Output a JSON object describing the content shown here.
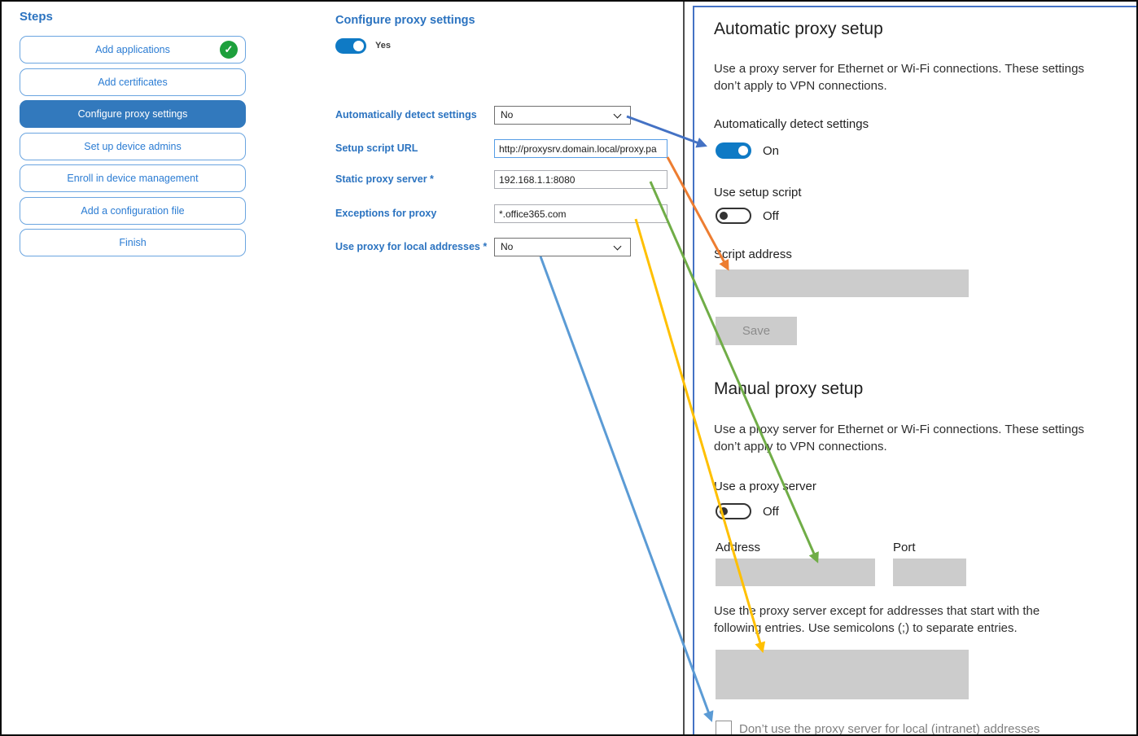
{
  "colors": {
    "label_blue": "#2b73c0",
    "step_text": "#2b7cd3",
    "step_border": "#6ba5e0",
    "step_selected": "#3279bd",
    "toggle_on": "#0f7ac5",
    "check_green": "#1da03c",
    "panel_border": "#4472c4",
    "focus_border": "#569de5"
  },
  "steps": {
    "title": "Steps",
    "items": [
      {
        "label": "Add applications",
        "completed": true
      },
      {
        "label": "Add certificates"
      },
      {
        "label": "Configure proxy settings",
        "selected": true
      },
      {
        "label": "Set up device admins"
      },
      {
        "label": "Enroll in device management"
      },
      {
        "label": "Add a configuration file"
      },
      {
        "label": "Finish"
      }
    ]
  },
  "wizard": {
    "title": "Configure proxy settings",
    "enable_toggle": {
      "state": "on",
      "label": "Yes"
    },
    "fields": [
      {
        "label": "Automatically detect settings",
        "type": "dropdown",
        "value": "No"
      },
      {
        "label": "Setup script URL",
        "type": "text",
        "value": "http://proxysrv.domain.local/proxy.pa",
        "focused": true
      },
      {
        "label": "Static proxy server *",
        "type": "text",
        "value": "192.168.1.1:8080"
      },
      {
        "label": "Exceptions for proxy",
        "type": "text",
        "value": "*.office365.com"
      },
      {
        "label": "Use proxy for local addresses *",
        "type": "dropdown",
        "value": "No"
      }
    ]
  },
  "settings": {
    "automatic": {
      "heading": "Automatic proxy setup",
      "description": "Use a proxy server for Ethernet or Wi-Fi connections. These settings\ndon’t apply to VPN connections.",
      "detect_label": "Automatically detect settings",
      "detect_state": "On",
      "script_toggle_label": "Use setup script",
      "script_toggle_state": "Off",
      "script_address_label": "Script address",
      "save_button": "Save"
    },
    "manual": {
      "heading": "Manual proxy setup",
      "description": "Use a proxy server for Ethernet or Wi-Fi connections. These settings\ndon’t apply to VPN connections.",
      "proxy_toggle_label": "Use a proxy server",
      "proxy_toggle_state": "Off",
      "address_label": "Address",
      "port_label": "Port",
      "exceptions_description": "Use the proxy server except for addresses that start with the\nfollowing entries. Use semicolons (;) to separate entries.",
      "local_checkbox_label": "Don’t use the proxy server for local (intranet) addresses"
    }
  },
  "arrows": [
    {
      "from": "automatically-detect-settings-dropdown",
      "to": "detect-settings-toggle",
      "color": "#4472c4"
    },
    {
      "from": "setup-script-url-input",
      "to": "script-address-input",
      "color": "#ed7d31"
    },
    {
      "from": "static-proxy-server-input",
      "to": "address-input",
      "color": "#70ad47"
    },
    {
      "from": "exceptions-for-proxy-input",
      "to": "exceptions-textarea",
      "color": "#ffc000"
    },
    {
      "from": "use-proxy-local-dropdown",
      "to": "local-intranet-checkbox",
      "color": "#5b9bd5"
    }
  ]
}
